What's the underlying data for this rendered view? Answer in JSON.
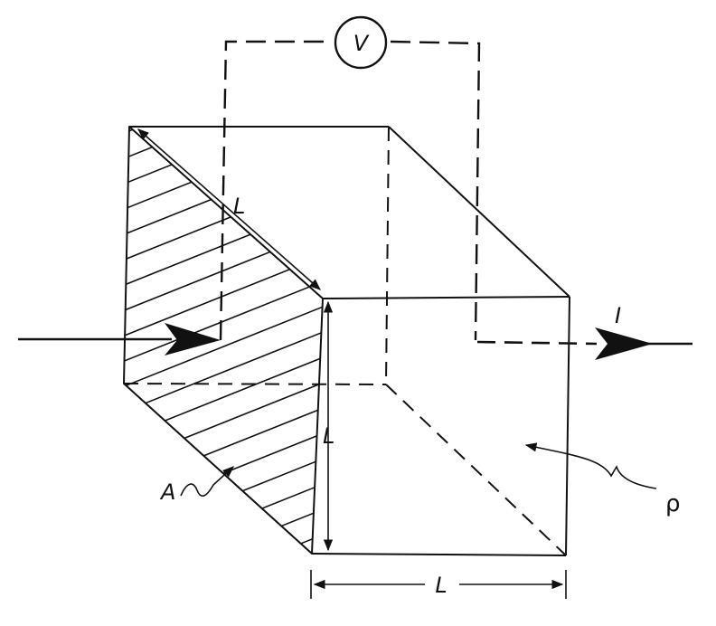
{
  "labels": {
    "voltmeter": "V",
    "current": "I",
    "length_diagonal": "L",
    "length_vertical": "L",
    "length_bottom": "L",
    "area": "A",
    "resistivity": "ρ"
  },
  "colors": {
    "ink": "#111111",
    "background": "#ffffff"
  }
}
